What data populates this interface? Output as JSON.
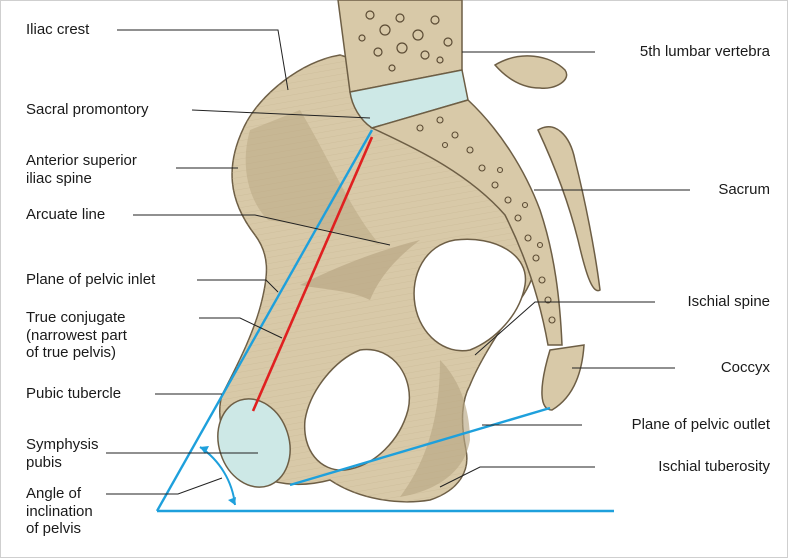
{
  "labels": {
    "left": {
      "iliac_crest": "Iliac crest",
      "sacral_promontory": "Sacral promontory",
      "asis_line1": "Anterior superior",
      "asis_line2": "iliac spine",
      "arcuate_line": "Arcuate line",
      "plane_pelvic_inlet": "Plane of pelvic inlet",
      "true_conjugate_line1": "True conjugate",
      "true_conjugate_line2": "(narrowest part",
      "true_conjugate_line3": "of true pelvis)",
      "pubic_tubercle": "Pubic tubercle",
      "symphysis_line1": "Symphysis",
      "symphysis_line2": "pubis",
      "angle_line1": "Angle of",
      "angle_line2": "inclination",
      "angle_line3": "of pelvis"
    },
    "right": {
      "lumbar_vertebra": "5th lumbar vertebra",
      "sacrum": "Sacrum",
      "ischial_spine": "Ischial spine",
      "coccyx": "Coccyx",
      "plane_pelvic_outlet": "Plane of pelvic outlet",
      "ischial_tuberosity": "Ischial tuberosity"
    }
  },
  "colors": {
    "bone": "#d8c9a8",
    "bone_dark": "#b9a784",
    "bone_outline": "#6d5e45",
    "cartilage": "#cde8e6",
    "plane_lines": "#1ea0dc",
    "true_conjugate": "#e02020",
    "leader": "#222222"
  }
}
